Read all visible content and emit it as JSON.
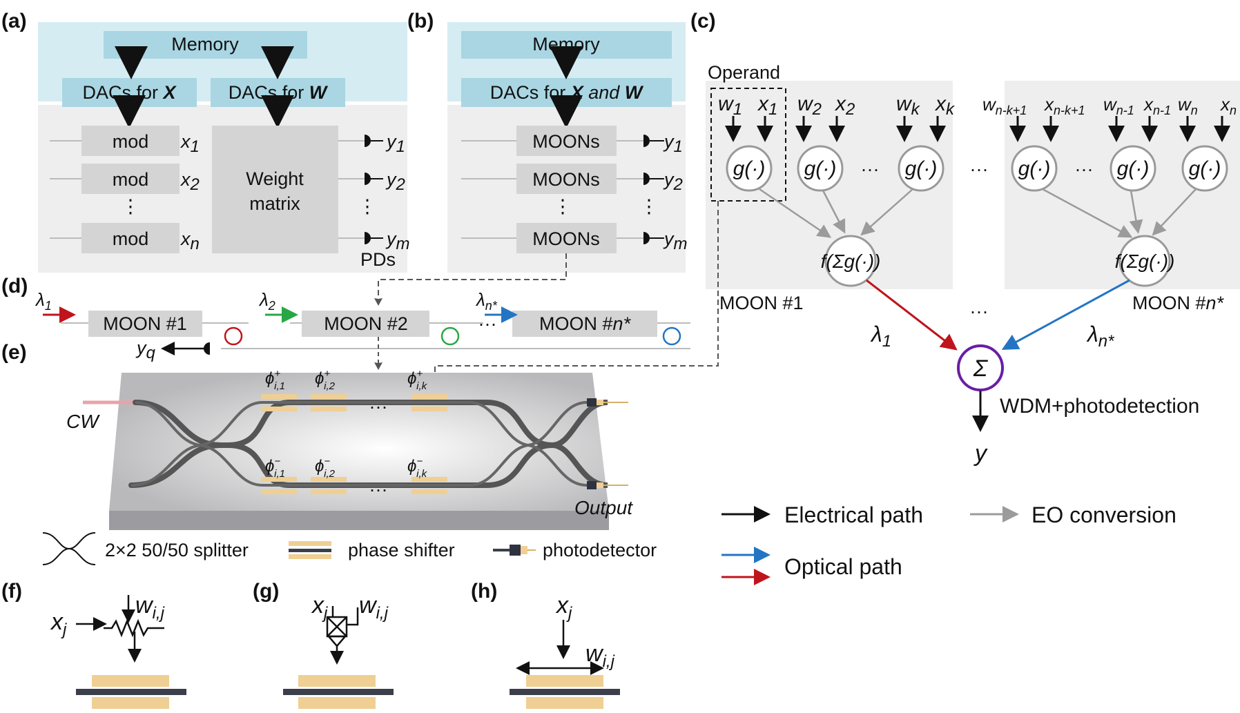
{
  "panels": {
    "a": "(a)",
    "b": "(b)",
    "c": "(c)",
    "d": "(d)",
    "e": "(e)",
    "f": "(f)",
    "g": "(g)",
    "h": "(h)"
  },
  "panel_a": {
    "memory": "Memory",
    "dac_x_prefix": "DACs for ",
    "dac_x_var": "X",
    "dac_w_prefix": "DACs for ",
    "dac_w_var": "W",
    "mod": "mod",
    "weight_matrix_line1": "Weight",
    "weight_matrix_line2": "matrix",
    "inputs": [
      "x",
      "x",
      "x"
    ],
    "input_subs": [
      "1",
      "2",
      "n"
    ],
    "outputs": [
      "y",
      "y",
      "y"
    ],
    "output_subs": [
      "1",
      "2",
      "m"
    ],
    "pds": "PDs"
  },
  "panel_b": {
    "memory": "Memory",
    "dac_prefix": "DACs for ",
    "dac_x": "X",
    "dac_and": " and ",
    "dac_w": "W",
    "moons": "MOONs",
    "outputs": [
      "y",
      "y",
      "y"
    ],
    "output_subs": [
      "1",
      "2",
      "m"
    ]
  },
  "panel_c": {
    "operand": "Operand",
    "g": "g(·)",
    "f": "f(Σg(·))",
    "moon1": "MOON #1",
    "moon_n_prefix": "MOON #",
    "moon_n_var": "n*",
    "lambda1": "λ",
    "lambda1_sub": "1",
    "lambda_n_sub": "n*",
    "sigma": "Σ",
    "wdm": "WDM+photodetection",
    "y": "y",
    "dots": "···",
    "left_inputs": [
      "w",
      "x",
      "w",
      "x",
      "w",
      "x"
    ],
    "left_subs": [
      "1",
      "1",
      "2",
      "2",
      "k",
      "k"
    ],
    "right_inputs": [
      "w",
      "x",
      "w",
      "x",
      "w",
      "x"
    ],
    "right_subs": [
      "n-k+1",
      "n-k+1",
      "n-1",
      "n-1",
      "n",
      "n"
    ]
  },
  "panel_d": {
    "moon1": "MOON #1",
    "moon2": "MOON #2",
    "moon_n_prefix": "MOON #",
    "moon_n_var": "n*",
    "lambda": "λ",
    "subs": [
      "1",
      "2",
      "n*"
    ],
    "yq": "y",
    "yq_sub": "q",
    "dots": "···"
  },
  "panel_e": {
    "cw": "CW",
    "output": "Output",
    "phi": "ϕ",
    "top_subs": [
      "i,1",
      "i,2",
      "i,k"
    ],
    "bottom_subs": [
      "i,1",
      "i,2",
      "i,k"
    ],
    "plus": "+",
    "minus": "−",
    "dots": "···",
    "legend_splitter": "2×2 50/50 splitter",
    "legend_phase": "phase shifter",
    "legend_pd": "photodetector"
  },
  "legend": {
    "electrical": "Electrical path",
    "eo": "EO conversion",
    "optical": "Optical path"
  },
  "panel_f": {
    "x": "x",
    "x_sub": "j",
    "w": "w",
    "w_sub": "i,j"
  },
  "panel_g": {
    "x": "x",
    "x_sub": "j",
    "w": "w",
    "w_sub": "i,j"
  },
  "panel_h": {
    "x": "x",
    "x_sub": "j",
    "w": "w",
    "w_sub": "i,j"
  },
  "colors": {
    "light_blue": "#d6ecf3",
    "box_blue": "#a9d6e2",
    "light_gray": "#eeeeee",
    "box_gray": "#d4d4d4",
    "phase_gold": "#efcf93",
    "waveguide": "#3a3f4b",
    "red": "#c0141c",
    "green": "#27a844",
    "blue": "#2474c4",
    "purple": "#6a1ea4",
    "gray_arrow": "#9b9b9b"
  }
}
